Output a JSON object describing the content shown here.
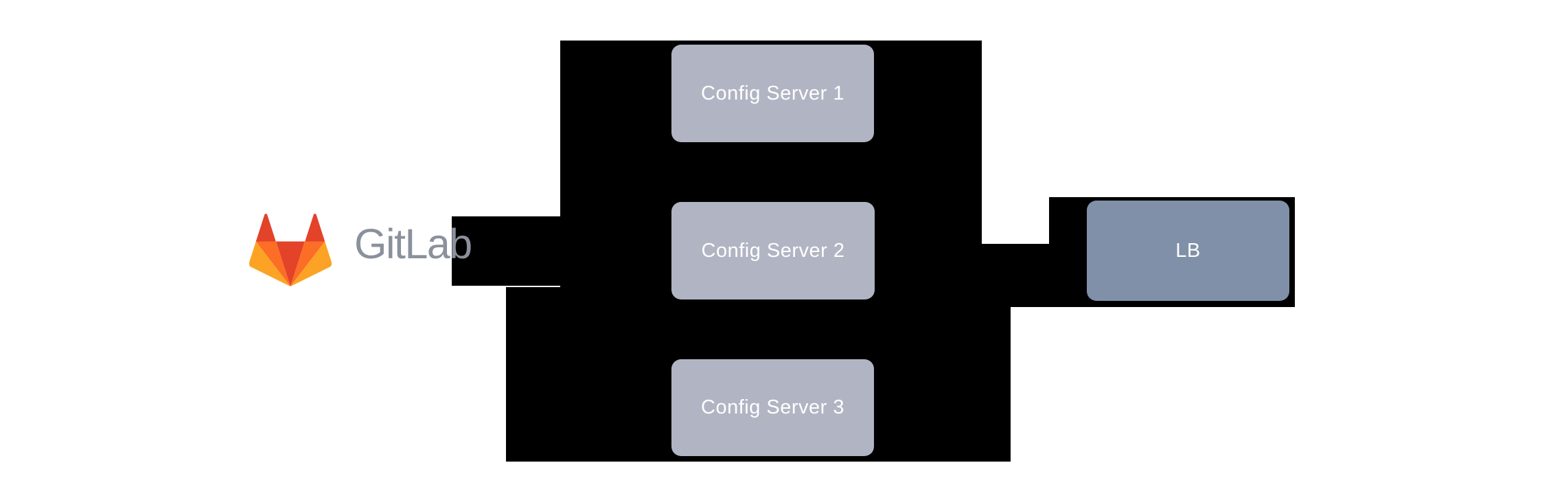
{
  "diagram": {
    "brand": {
      "wordmark": "GitLab"
    },
    "nodes": {
      "config_server_1": {
        "label": "Config Server 1"
      },
      "config_server_2": {
        "label": "Config Server 2"
      },
      "config_server_3": {
        "label": "Config Server 3"
      },
      "load_balancer": {
        "label": "LB"
      }
    },
    "colors": {
      "config_server_fill": "#b1b5c3",
      "load_balancer_fill": "#8090a8",
      "connector_fill": "#000000",
      "node_text": "#ffffff",
      "wordmark_text": "#8b919c",
      "tanuki_red": "#e24329",
      "tanuki_orange": "#fc6d26",
      "tanuki_yellow": "#fca326"
    }
  }
}
